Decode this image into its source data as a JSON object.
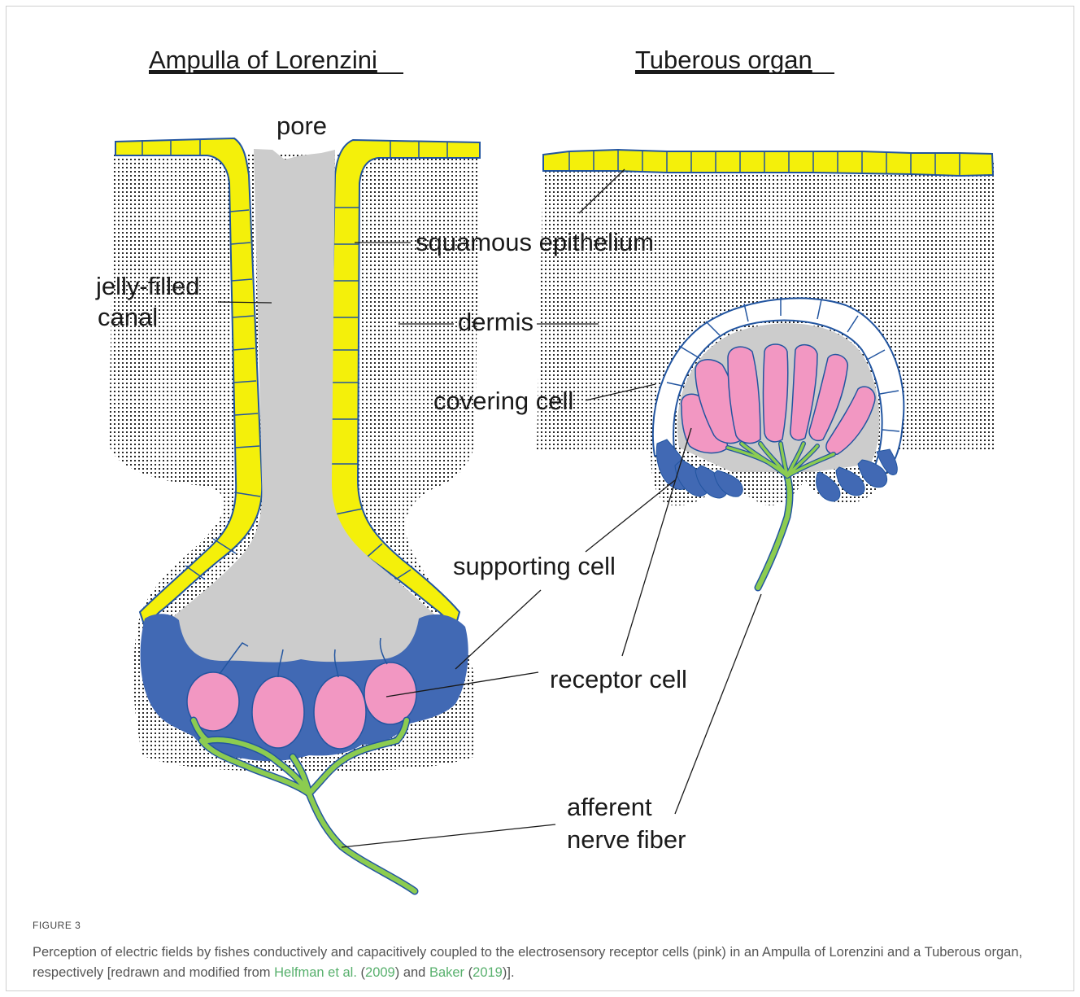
{
  "figure": {
    "headings": {
      "left": "Ampulla of Lorenzini",
      "right": "Tuberous organ"
    },
    "labels": {
      "pore": "pore",
      "squamous": "squamous epithelium",
      "jelly_1": "jelly-filled",
      "jelly_2": "canal",
      "dermis": "dermis",
      "covering": "covering cell",
      "supporting": "supporting cell",
      "receptor": "receptor cell",
      "afferent_1": "afferent",
      "afferent_2": "nerve fiber"
    },
    "colors": {
      "epithelium": "#f4f00a",
      "supporting": "#4169b4",
      "receptor": "#f297c2",
      "nerve": "#8ccc50",
      "canal": "#cccccc",
      "covering": "#ffffff"
    }
  },
  "caption": {
    "figure_label": "FIGURE 3",
    "text_1": "Perception of electric fields by fishes conductively and capacitively coupled to the electrosensory receptor cells (pink) in an Ampulla of Lorenzini and a Tuberous organ, respectively [redrawn and modified from ",
    "ref_1": "Helfman et al.",
    "text_2": " (",
    "year_1": "2009",
    "text_3": ") and ",
    "ref_2": "Baker",
    "text_4": " (",
    "year_2": "2019",
    "text_5": ")]."
  }
}
